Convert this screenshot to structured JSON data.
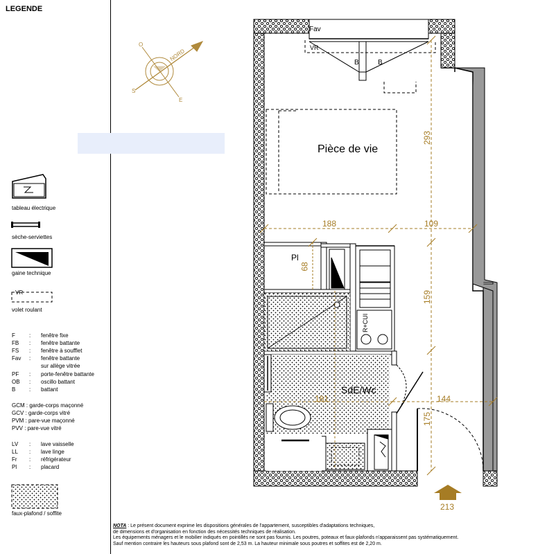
{
  "legend": {
    "title": "LEGENDE",
    "symbols": {
      "electrical_panel": "tableau électrique",
      "towel_dryer": "sèche-serviettes",
      "technical_shaft": "gaine technique",
      "shutter_code": "VR",
      "shutter": "volet roulant",
      "false_ceiling": "faux-plafond / soffite"
    },
    "abbreviations": [
      {
        "key": "F",
        "sep": ":",
        "value": "fenêtre fixe"
      },
      {
        "key": "FB",
        "sep": ":",
        "value": "fenêtre battante"
      },
      {
        "key": "FS",
        "sep": ":",
        "value": "fenêtre à soufflet"
      },
      {
        "key": "Fav",
        "sep": ":",
        "value": "fenêtre battante",
        "cont": "sur allège vitrée"
      },
      {
        "key": "PF",
        "sep": ":",
        "value": "porte-fenêtre battante"
      },
      {
        "key": "OB",
        "sep": ":",
        "value": "oscillo battant"
      },
      {
        "key": "B",
        "sep": ":",
        "value": "battant"
      }
    ],
    "abbreviations2": [
      {
        "key": "GCM",
        "value": ": garde-corps maçonné"
      },
      {
        "key": "GCV",
        "value": ": garde-corps vitré"
      },
      {
        "key": "PVM",
        "value": ": pare-vue maçonné"
      },
      {
        "key": "PVV",
        "value": ": pare-vue vitré"
      }
    ],
    "abbreviations3": [
      {
        "key": "LV",
        "value": "lave vaisselle"
      },
      {
        "key": "LL",
        "value": "lave linge"
      },
      {
        "key": "Fr",
        "value": "réfrigérateur"
      },
      {
        "key": "Pl",
        "value": "placard"
      }
    ]
  },
  "compass": {
    "north": "NORD",
    "south": "S",
    "east": "E",
    "west": "O"
  },
  "plan": {
    "living_room": "Pièce de vie",
    "bathroom": "SdE/Wc",
    "closet": "Pl",
    "window": "Fav",
    "shutter": "VR",
    "swing_left": "B",
    "swing_right": "B",
    "kitchen_tag": "R+CUI",
    "dimensions": {
      "living_height": "293",
      "living_width": "188",
      "right_width": "109",
      "closet_depth": "68",
      "kitchen_height": "159",
      "bath_width": "181",
      "entry_width": "144",
      "entry_height": "175",
      "entry_mark": "213"
    }
  },
  "note": {
    "title": "NOTA",
    "lines": [
      " : Le présent document exprime les dispositions générales de l'appartement, susceptibles d'adaptations techniques,",
      "de dimensions et d'organisation en fonction des nécessités techniques de réalisation.",
      "Les équipements ménagers et le mobilier indiqués en pointillés ne sont pas fournis. Les poutres, poteaux et faux-plafonds n'apparaissent pas systématiquement.",
      "Sauf mention contraire les hauteurs sous plafond sont de 2,53 m. La hauteur minimale sous poutres et soffites est de 2,20 m."
    ]
  }
}
